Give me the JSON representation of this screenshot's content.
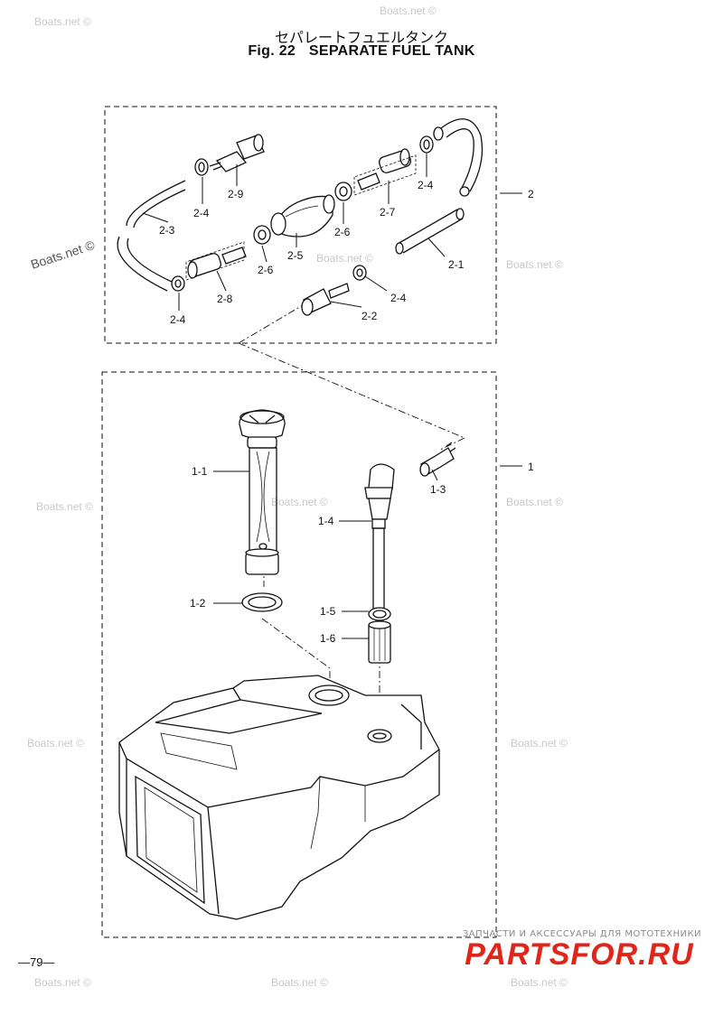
{
  "header": {
    "title_jp": "セパレートフュエルタンク",
    "fig_number": "Fig. 22",
    "title_en": "SEPARATE FUEL TANK"
  },
  "callouts": {
    "c2_9": "2-9",
    "c2_4a": "2-4",
    "c2_3": "2-3",
    "c2_4b": "2-4",
    "c2_8": "2-8",
    "c2_6a": "2-6",
    "c2_5": "2-5",
    "c2_6b": "2-6",
    "c2_7": "2-7",
    "c2_4c": "2-4",
    "c2_1": "2-1",
    "c2_4d": "2-4",
    "c2_2": "2-2",
    "c2": "2",
    "c1_1": "1-1",
    "c1_2": "1-2",
    "c1_3": "1-3",
    "c1_4": "1-4",
    "c1_5": "1-5",
    "c1_6": "1-6",
    "c1": "1"
  },
  "watermark": "Boats.net ©",
  "footer": {
    "page_number": "—79—",
    "banner_small": "ЗАПЧАСТИ И АКСЕССУАРЫ ДЛЯ МОТОТЕХНИКИ",
    "banner_big": "PARTSFOR.RU"
  },
  "colors": {
    "line": "#111111",
    "watermark": "#c9c9c9",
    "banner_red": "#e0261a"
  }
}
